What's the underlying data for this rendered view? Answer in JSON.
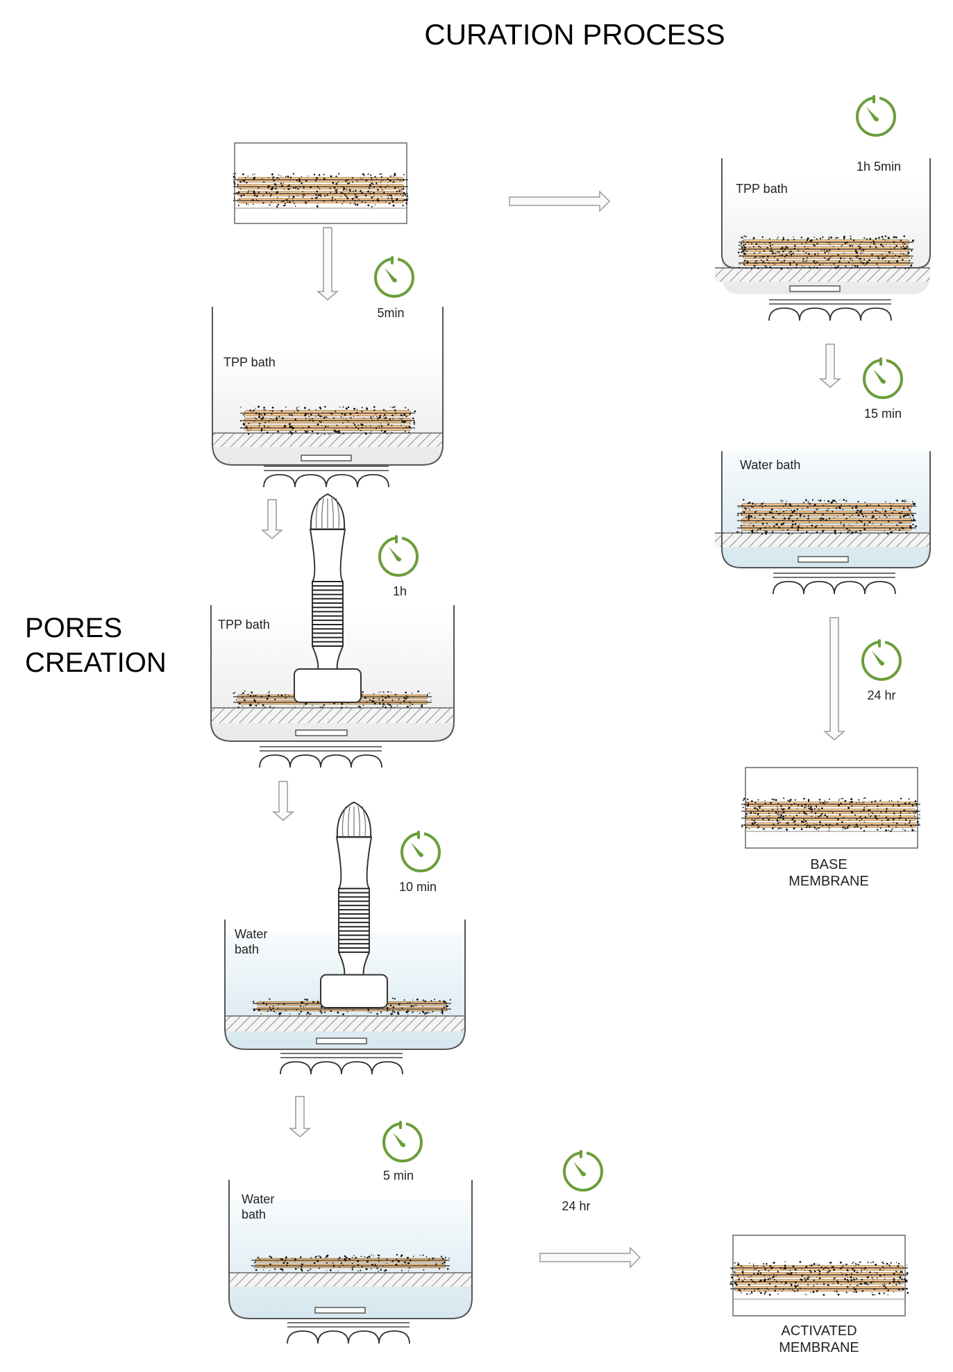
{
  "title": "CURATION PROCESS",
  "side_title": [
    "PORES",
    "CREATION"
  ],
  "colors": {
    "timer_green": "#6a9e3a",
    "membrane_fill": "#f2c48f",
    "membrane_fiber": "#2a2a2a",
    "water_tint": "#dbe9f0",
    "tpp_tint": "#efefef",
    "outline": "#555555",
    "arrow": "#9a9a9a"
  },
  "steps": {
    "s1": {
      "timer": "5min",
      "bath": "TPP bath"
    },
    "s2": {
      "timer": "1h",
      "bath": "TPP bath"
    },
    "s3": {
      "timer": "10 min",
      "bath_line1": "Water",
      "bath_line2": "bath"
    },
    "s4": {
      "timer": "5 min",
      "bath_line1": "Water",
      "bath_line2": "bath"
    },
    "s5": {
      "timer": "24 hr"
    },
    "r1": {
      "timer": "1h 5min",
      "bath": "TPP bath"
    },
    "r2": {
      "timer": "15 min",
      "bath": "Water bath"
    },
    "r3": {
      "timer": "24 hr"
    }
  },
  "outputs": {
    "base": [
      "BASE",
      "MEMBRANE"
    ],
    "activated": [
      "ACTIVATED",
      "MEMBRANE"
    ]
  },
  "icons": {
    "timer": "stopwatch-icon",
    "tool": "homogenizer-probe-icon",
    "heater": "hotplate-coil-icon"
  }
}
